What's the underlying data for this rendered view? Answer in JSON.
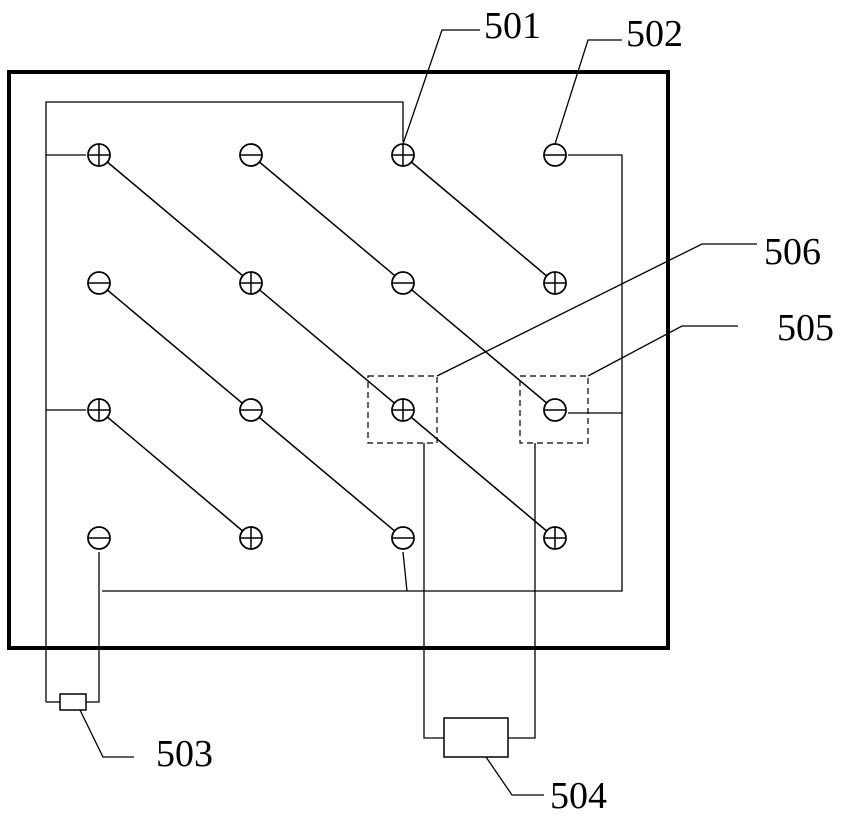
{
  "labels": {
    "l501": "501",
    "l502": "502",
    "l503": "503",
    "l504": "504",
    "l505": "505",
    "l506": "506"
  },
  "colors": {
    "stroke": "#000000",
    "background": "#ffffff"
  }
}
